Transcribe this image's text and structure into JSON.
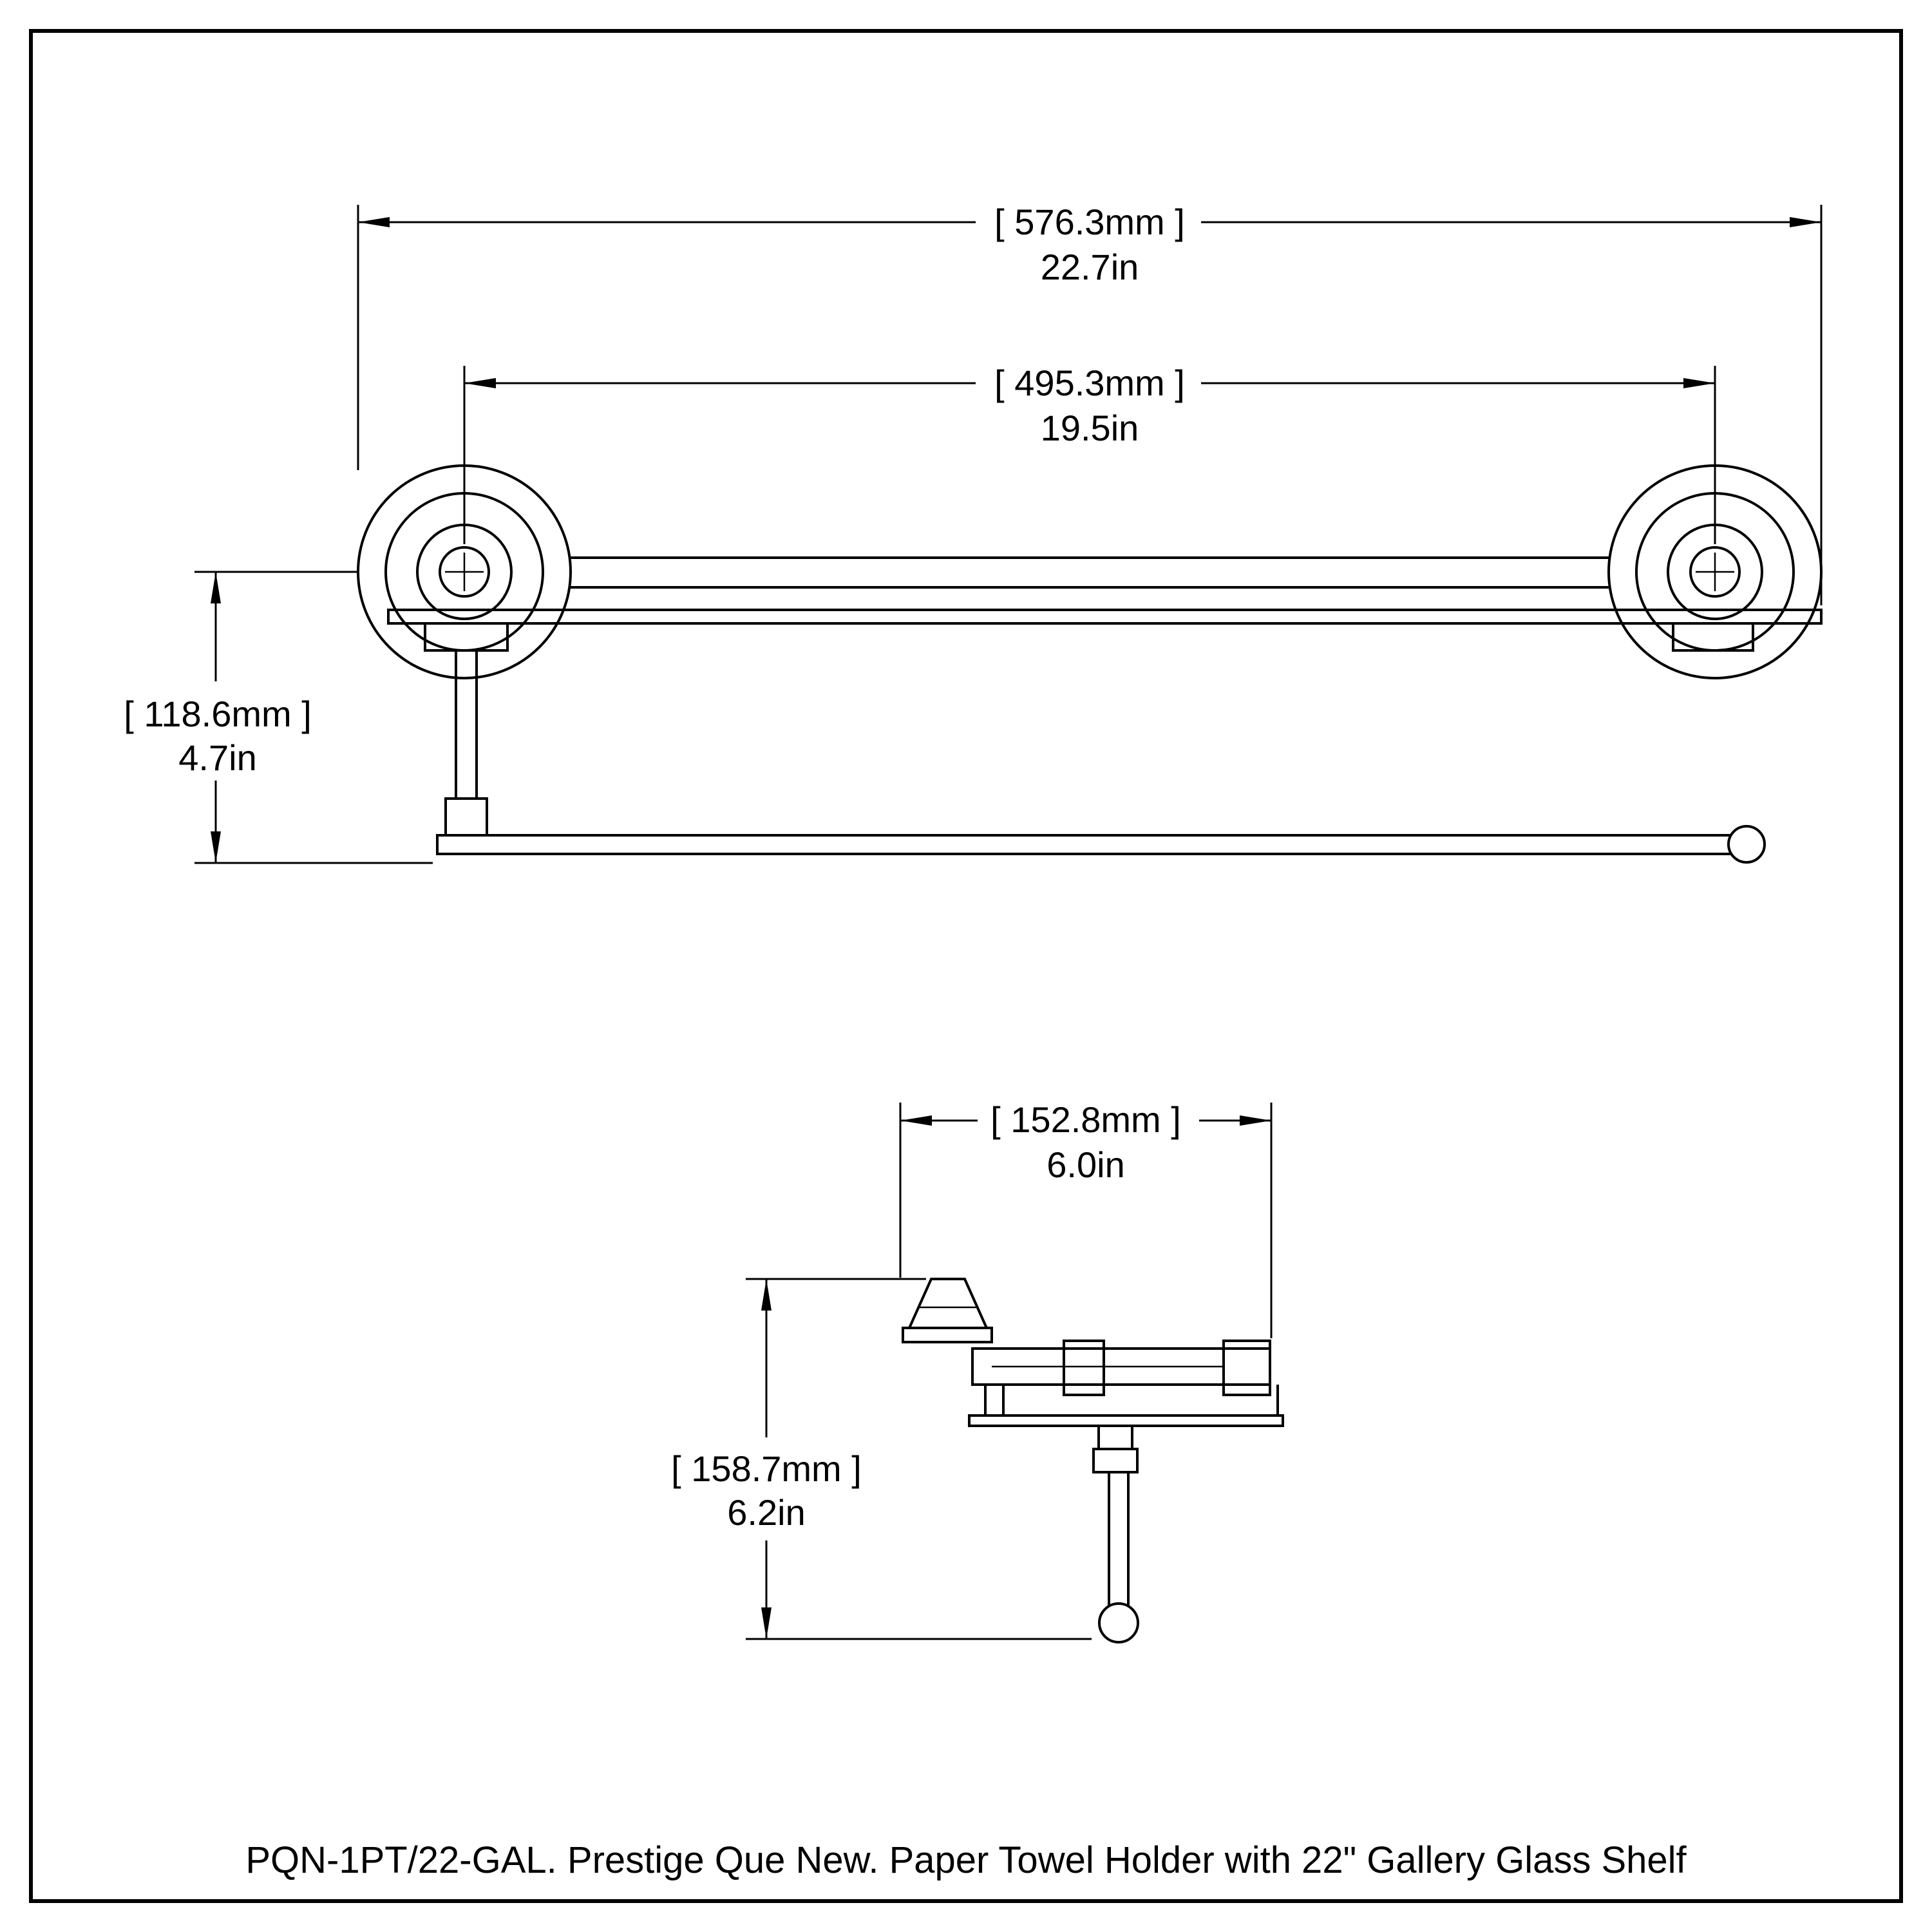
{
  "sheet": {
    "caption": "PQN-1PT/22-GAL. Prestige Que New. Paper Towel Holder with 22\" Gallery Glass Shelf"
  },
  "front_view": {
    "overall_width": {
      "metric": "[ 576.3mm ]",
      "imperial": "22.7in"
    },
    "mount_spacing": {
      "metric": "[ 495.3mm ]",
      "imperial": "19.5in"
    },
    "drop_height": {
      "metric": "[ 118.6mm ]",
      "imperial": "4.7in"
    }
  },
  "side_view": {
    "depth": {
      "metric": "[ 152.8mm ]",
      "imperial": "6.0in"
    },
    "height": {
      "metric": "[ 158.7mm ]",
      "imperial": "6.2in"
    }
  }
}
